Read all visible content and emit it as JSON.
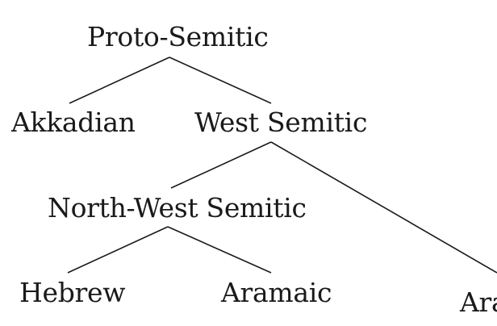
{
  "tree": {
    "root": "Proto-Semitic",
    "akkadian": "Akkadian",
    "west_semitic": "West Semitic",
    "north_west_semitic": "North-West Semitic",
    "hebrew": "Hebrew",
    "aramaic": "Aramaic",
    "arabic_partial": "Ara"
  }
}
